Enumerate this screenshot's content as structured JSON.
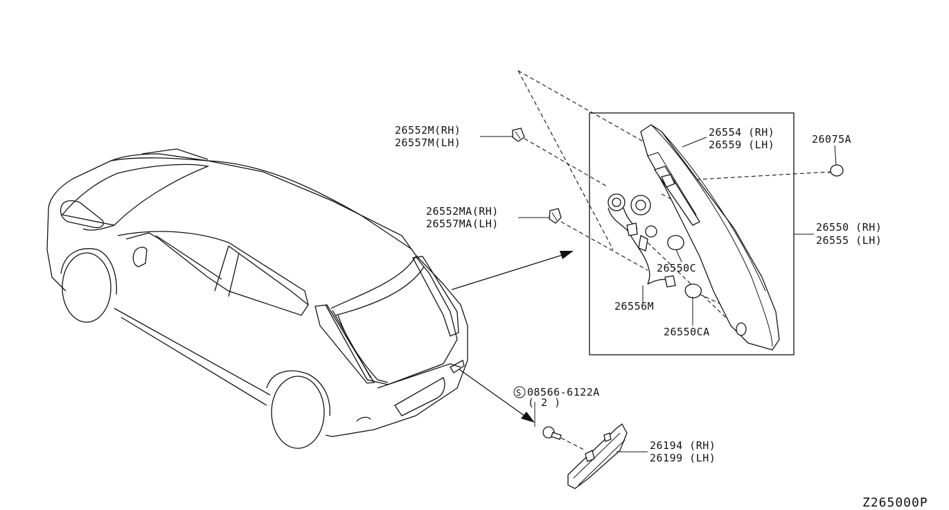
{
  "diagram_ref": "Z265000P",
  "labels": {
    "p26552m_rh": "26552M(RH)",
    "p26557m_lh": "26557M(LH)",
    "p26552ma_rh": "26552MA(RH)",
    "p26557ma_lh": "26557MA(LH)",
    "p26554_rh": "26554 (RH)",
    "p26559_lh": "26559 (LH)",
    "p26075a": "26075A",
    "p26550_rh": "26550 (RH)",
    "p26555_lh": "26555 (LH)",
    "p26550c": "26550C",
    "p26556m": "26556M",
    "p26550ca": "26550CA",
    "s_symbol": "S",
    "p08566": "08566-6122A",
    "qty2": "( 2 )",
    "p26194_rh": "26194 (RH)",
    "p26199_lh": "26199 (LH)"
  }
}
